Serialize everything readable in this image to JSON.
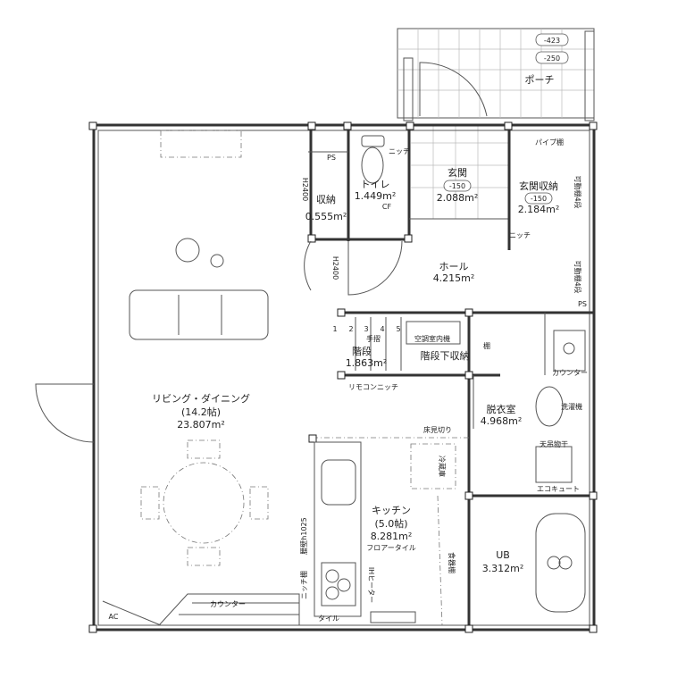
{
  "rooms": {
    "living": {
      "name": "リビング・ダイニング",
      "tatami": "(14.2帖)",
      "area": "23.807m²"
    },
    "kitchen": {
      "name": "キッチン",
      "tatami": "(5.0帖)",
      "area": "8.281m²",
      "floor": "フロアータイル"
    },
    "porch": {
      "name": "ポーチ",
      "level1": "-423",
      "level2": "-250"
    },
    "entrance": {
      "name": "玄関",
      "level": "-150",
      "area": "2.088m²"
    },
    "entrance_storage": {
      "name": "玄関収納",
      "level": "-150",
      "area": "2.184m²"
    },
    "toilet": {
      "name": "トイレ",
      "area": "1.449m²",
      "note": "CF"
    },
    "storage": {
      "name": "収納",
      "area": "0.555m²"
    },
    "hall": {
      "name": "ホール",
      "area": "4.215m²"
    },
    "stairs": {
      "name": "階段",
      "area": "1.863m²",
      "handrail": "手摺",
      "steps": [
        "1",
        "2",
        "3",
        "4",
        "5"
      ]
    },
    "under_stairs": {
      "name": "階段下収納"
    },
    "dressing": {
      "name": "脱衣室",
      "area": "4.968m²"
    },
    "bath": {
      "name": "UB",
      "area": "3.312m²"
    }
  },
  "annotations": {
    "ps1": "PS",
    "ps2": "PS",
    "ac": "AC",
    "counter": "カウンター",
    "counter2": "カウンター",
    "pipe_shaft": "パイプ棚",
    "movable_shelf1": "可動棚4段",
    "movable_shelf2": "可動棚4段",
    "niche1": "ニッチ",
    "niche2": "ニッチ",
    "h2400a": "H2400",
    "h2400b": "H2400",
    "ac_indoor": "空調室内機",
    "remocon_niche": "リモコンニッチ",
    "floor_cut": "床見切り",
    "fridge": "冷蔵庫",
    "shelf": "棚",
    "washer": "洗濯機",
    "ceiling_dryer": "天吊物干",
    "cupboard": "食器棚",
    "ih": "IHヒーター",
    "tile": "タイル",
    "wall_h": "腰壁h1025",
    "niche_shelf": "ニッチ棚",
    "ecocute": "エコキュート"
  }
}
